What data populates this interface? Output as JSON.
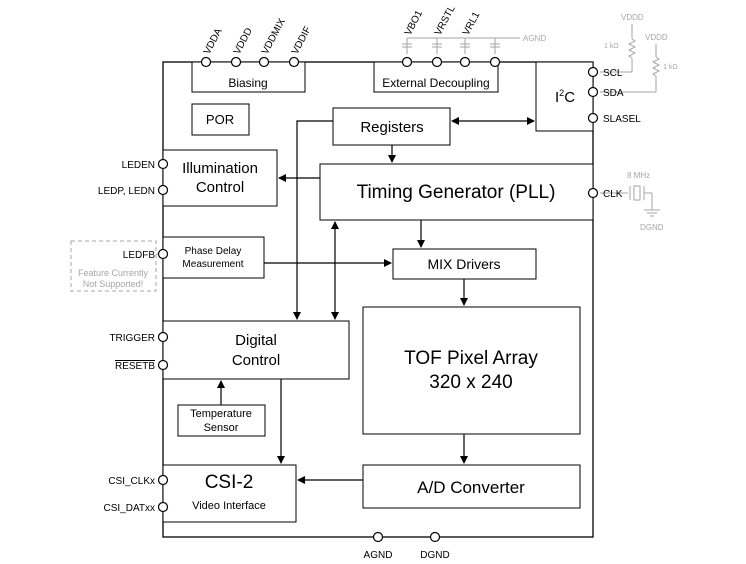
{
  "power_pins": [
    "VDDA",
    "VDDD",
    "VDDMIX",
    "VDDIF"
  ],
  "decoupling_pins": [
    "VBO1",
    "VRSTL",
    "VRL1"
  ],
  "agnd_hint": "AGND",
  "blocks": {
    "biasing": "Biasing",
    "external_decoupling": "External Decoupling",
    "i2c_main": "I",
    "i2c_sup": "2",
    "i2c_tail": "C",
    "por": "POR",
    "registers": "Registers",
    "illumination_line1": "Illumination",
    "illumination_line2": "Control",
    "timing_generator": "Timing Generator (PLL)",
    "phase_delay_line1": "Phase Delay",
    "phase_delay_line2": "Measurement",
    "mix_drivers": "MIX Drivers",
    "digital_control_line1": "Digital",
    "digital_control_line2": "Control",
    "tof_line1": "TOF Pixel Array",
    "tof_line2": "320 x 240",
    "temp_line1": "Temperature",
    "temp_line2": "Sensor",
    "csi_title": "CSI-2",
    "csi_subtitle": "Video Interface",
    "adc": "A/D Converter"
  },
  "left_pins": {
    "leden": "LEDEN",
    "ledp_ledn": "LEDP, LEDN",
    "ledfb": "LEDFB",
    "trigger": "TRIGGER",
    "resetb": "RESETB",
    "csi_clk": "CSI_CLKx",
    "csi_dat": "CSI_DATxx"
  },
  "right_pins": {
    "scl": "SCL",
    "sda": "SDA",
    "slasel": "SLASEL",
    "clk": "CLK"
  },
  "bottom_pins": [
    "AGND",
    "DGND"
  ],
  "external": {
    "vddd_1": "VDDD",
    "vddd_2": "VDDD",
    "r1": "1 kΩ",
    "r2": "1 kΩ",
    "crystal_freq": "8 MHz",
    "dgnd": "DGND",
    "unsupported_line1": "Feature Currently",
    "unsupported_line2": "Not Supported!"
  },
  "colors": {
    "line": "#000000",
    "external": "#a6a6a6"
  }
}
